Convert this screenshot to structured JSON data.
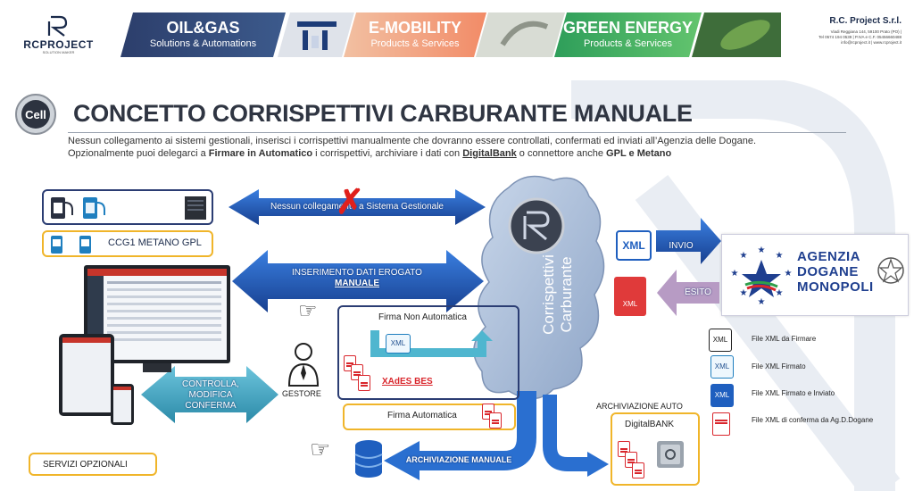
{
  "header": {
    "brand": "RCPROJECT",
    "brand_tag": "SOLUTION MAKER",
    "segments": [
      {
        "title": "OIL&GAS",
        "subtitle": "Solutions & Automations"
      },
      {
        "title": "E-MOBILITY",
        "subtitle": "Products & Services"
      },
      {
        "title": "GREEN ENERGY",
        "subtitle": "Products & Services"
      }
    ],
    "company": "R.C. Project S.r.l.",
    "company_lines": [
      "Viadi Reggiana 144, 59100 Prato (PO) |",
      "Tel 0574 194 0539 | P.IVA e C.F. 05456660488",
      "info@rcproject.it | www.rcproject.it"
    ]
  },
  "title": "CONCETTO CORRISPETTIVI CARBURANTE MANUALE",
  "subtitle": {
    "line1": "Nessun collegamento ai sistemi gestionali, inserisci i corrispettivi manualmente che dovranno essere controllati, confermati ed inviati all’Agenzia delle Dogane.",
    "line2_a": "Opzionalmente puoi delegarci a ",
    "line2_b": "Firmare in Automatico",
    "line2_c": "  i corrispettivi, archiviare i dati con ",
    "line2_d": "DigitalBank",
    "line2_e": " o connettore anche ",
    "line2_f": "GPL e Metano"
  },
  "diagram": {
    "arrow_no_link": "Nessun collegamento a Sistema Gestionale",
    "arrow_insert_1": "INSERIMENTO DATI EROGATO",
    "arrow_insert_2": "MANUALE",
    "arrow_check": [
      "CONTROLLA,",
      "MODIFICA",
      "CONFERMA"
    ],
    "gestore": "GESTORE",
    "ccg1": "CCG1 METANO GPL",
    "cloud_1": "Corrispettivi",
    "cloud_2": "Carburante",
    "firma_non_auto": "Firma Non Automatica",
    "xades": "XAdES BES",
    "firma_auto": "Firma Automatica",
    "archiviazione_manuale": "ARCHIVIAZIONE MANUALE",
    "archiviazione_auto": "ARCHIVIAZIONE AUTO",
    "digitalbank": "DigitalBANK",
    "servizi": "SERVIZI OPZIONALI",
    "invio": "INVIO",
    "esito": "ESITO",
    "xml": "XML",
    "agency": [
      "AGENZIA",
      "DOGANE",
      "MONOPOLI"
    ],
    "legend": [
      "File XML da Firmare",
      "File XML Firmato",
      "File XML Firmato e Inviato",
      "File XML di conferma da Ag.D.Dogane"
    ]
  },
  "colors": {
    "blue": "#1f5fbf",
    "navy": "#2b3d73",
    "teal": "#46a9c6",
    "gold": "#f0b52a",
    "red": "#d9262c"
  }
}
